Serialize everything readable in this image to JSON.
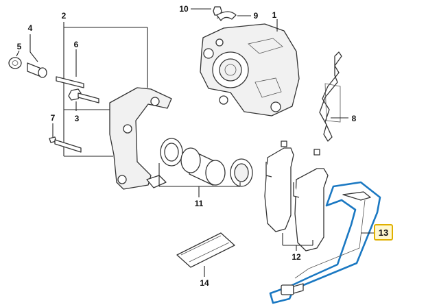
{
  "callouts": [
    {
      "id": "1",
      "label": "1"
    },
    {
      "id": "2",
      "label": "2"
    },
    {
      "id": "3",
      "label": "3"
    },
    {
      "id": "4",
      "label": "4"
    },
    {
      "id": "5",
      "label": "5"
    },
    {
      "id": "6",
      "label": "6"
    },
    {
      "id": "7",
      "label": "7"
    },
    {
      "id": "8",
      "label": "8"
    },
    {
      "id": "9",
      "label": "9"
    },
    {
      "id": "10",
      "label": "10"
    },
    {
      "id": "11",
      "label": "11"
    },
    {
      "id": "12",
      "label": "12"
    },
    {
      "id": "13",
      "label": "13"
    },
    {
      "id": "14",
      "label": "14"
    }
  ],
  "highlighted_part": "13",
  "colors": {
    "highlight_outline": "#1a78c2",
    "highlight_label_fill": "#fff8d0",
    "highlight_label_border": "#e0b000",
    "line_color": "#222222"
  }
}
